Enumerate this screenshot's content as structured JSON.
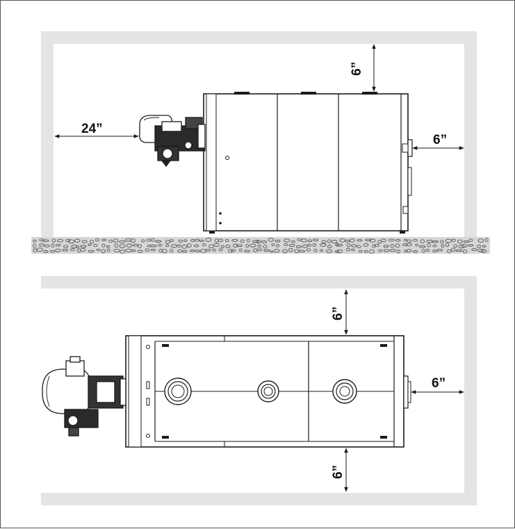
{
  "elevation_view": {
    "dim_left": "24”",
    "dim_top": "6”",
    "dim_right": "6”"
  },
  "plan_view": {
    "dim_top": "6”",
    "dim_right": "6”",
    "dim_bottom": "6”"
  },
  "colors": {
    "wall": "#e4e4e4",
    "line": "#1a1a1a",
    "frame": "#555555"
  }
}
